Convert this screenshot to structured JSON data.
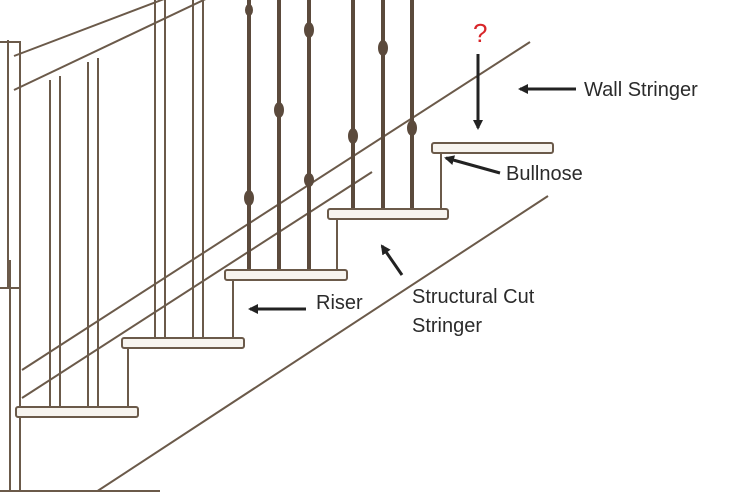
{
  "annotation": {
    "question_mark": "?"
  },
  "labels": {
    "wall_stringer": "Wall Stringer",
    "bullnose": "Bullnose",
    "riser": "Riser",
    "structural_cut_stringer_line1": "Structural Cut",
    "structural_cut_stringer_line2": "Stringer"
  },
  "colors": {
    "line": "#6b5a4a",
    "tread_fill": "#f7f4ef",
    "baluster_metal": "#5b4a3c",
    "arrow": "#222222",
    "question_mark": "#d8262a"
  }
}
